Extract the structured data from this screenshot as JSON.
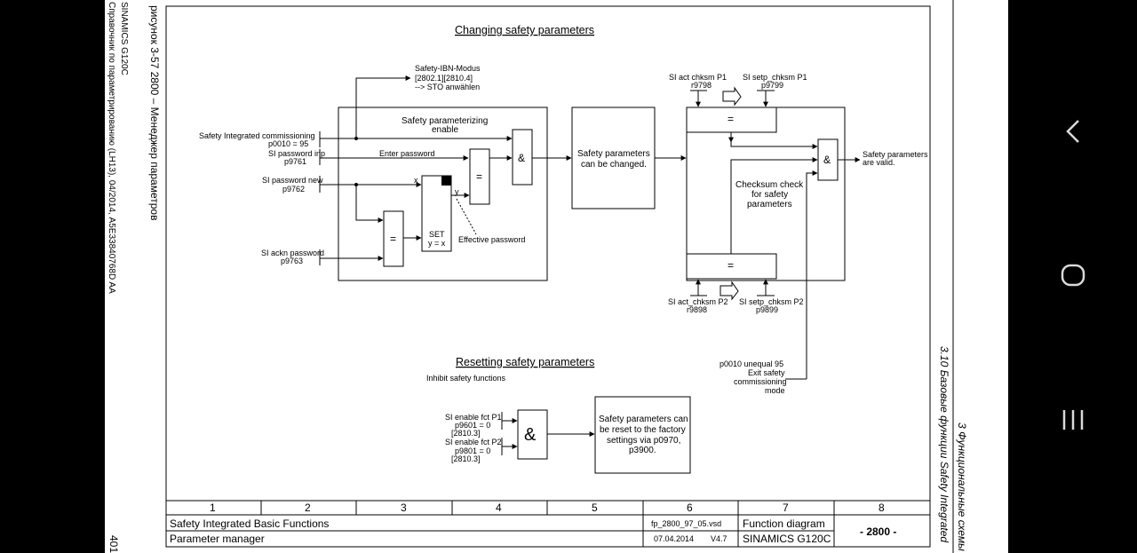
{
  "left_margin": {
    "figure_caption": "рисунок 3-57 2800 – Менеджер параметров",
    "product": "SINAMICS G120C",
    "manual": "Справочник по параметрированию (LH13), 04/2014, A5E33840768D AA",
    "page_number": "401"
  },
  "right_margin": {
    "chapter": "3 Функциональные схемы",
    "section": "3.10 Базовые функции Safety Integrated"
  },
  "diagram": {
    "title_changing": "Changing safety parameters",
    "title_resetting": "Resetting safety parameters",
    "ibn_line1": "Safety-IBN-Modus",
    "ibn_line2": "[2802.1][2810.4]",
    "ibn_line3": "--> STO anwählen",
    "param_enable_line1": "Safety parameterizing",
    "param_enable_line2": "enable",
    "commissioning_line1": "Safety Integrated commissioning",
    "commissioning_line2": "p0010 = 95",
    "pwd_inp_line1": "SI password inp",
    "pwd_inp_line2": "p9761",
    "enter_password": "Enter password",
    "pwd_new_line1": "SI password new",
    "pwd_new_line2": "p9762",
    "ackn_line1": "SI ackn password",
    "ackn_line2": "p9763",
    "and_symbol": "&",
    "eq_symbol": "=",
    "x_label": "x",
    "y_label": "y",
    "set_line1": "SET",
    "set_line2": "y = x",
    "effective_password": "Effective password",
    "changeable_line1": "Safety parameters",
    "changeable_line2": "can be changed.",
    "act_p1_line1": "SI act chksm P1",
    "act_p1_line2": "r9798",
    "setp_p1_line1": "SI setp_chksm P1",
    "setp_p1_line2": "p9799",
    "act_p2_line1": "SI act_chksm P2",
    "act_p2_line2": "r9898",
    "setp_p2_line1": "SI setp_chksm P2",
    "setp_p2_line2": "p9899",
    "checksum_line1": "Checksum check",
    "checksum_line2": "for safety",
    "checksum_line3": "parameters",
    "valid_line1": "Safety parameters",
    "valid_line2": "are valid.",
    "exit_line1": "p0010 unequal 95",
    "exit_line2": "Exit safety",
    "exit_line3": "commissioning",
    "exit_line4": "mode",
    "inhibit": "Inhibit safety functions",
    "fct_p1_line1": "SI enable fct P1",
    "fct_p1_line2": "p9601 = 0",
    "fct_p1_line3": "[2810.3]",
    "fct_p2_line1": "SI enable fct P2",
    "fct_p2_line2": "p9801 = 0",
    "fct_p2_line3": "[2810.3]",
    "reset_line1": "Safety parameters can",
    "reset_line2": "be reset to the factory",
    "reset_line3": "settings via p0970,",
    "reset_line4": "p3900."
  },
  "footer": {
    "columns": [
      "1",
      "2",
      "3",
      "4",
      "5",
      "6",
      "7",
      "8"
    ],
    "row1_left": "Safety Integrated Basic Functions",
    "row2_left": "Parameter manager",
    "file": "fp_2800_97_05.vsd",
    "date": "07.04.2014",
    "version": "V4.7",
    "fd_label": "Function diagram",
    "product": "SINAMICS G120C",
    "diagram_no": "- 2800 -"
  }
}
